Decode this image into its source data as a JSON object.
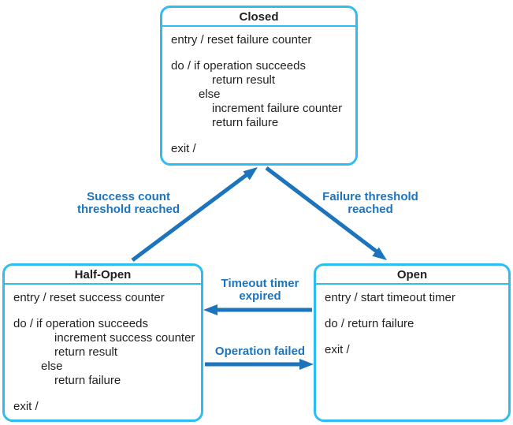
{
  "colors": {
    "box_border": "#2fbcf0",
    "arrow": "#1c74bc",
    "label": "#1c74bc",
    "text": "#231f20"
  },
  "states": {
    "closed": {
      "title": "Closed",
      "lines": [
        {
          "text": "entry / reset failure counter",
          "indent": 0
        },
        {
          "text": "",
          "indent": 0
        },
        {
          "text": "do / if operation succeeds",
          "indent": 0
        },
        {
          "text": "return result",
          "indent": 2
        },
        {
          "text": "else",
          "indent": 1
        },
        {
          "text": "increment failure counter",
          "indent": 2
        },
        {
          "text": "return failure",
          "indent": 2
        },
        {
          "text": "",
          "indent": 0
        },
        {
          "text": "exit /",
          "indent": 0
        }
      ]
    },
    "half_open": {
      "title": "Half-Open",
      "lines": [
        {
          "text": "entry / reset success counter",
          "indent": 0
        },
        {
          "text": "",
          "indent": 0
        },
        {
          "text": "do / if operation succeeds",
          "indent": 0
        },
        {
          "text": "increment success counter",
          "indent": 2
        },
        {
          "text": "return result",
          "indent": 2
        },
        {
          "text": "else",
          "indent": 1
        },
        {
          "text": "return failure",
          "indent": 2
        },
        {
          "text": "",
          "indent": 0
        },
        {
          "text": "exit /",
          "indent": 0
        }
      ]
    },
    "open": {
      "title": "Open",
      "lines": [
        {
          "text": "entry / start timeout timer",
          "indent": 0
        },
        {
          "text": "",
          "indent": 0
        },
        {
          "text": "do / return failure",
          "indent": 0
        },
        {
          "text": "",
          "indent": 0
        },
        {
          "text": "exit /",
          "indent": 0
        }
      ]
    }
  },
  "transitions": {
    "success_threshold": {
      "label": "Success count\nthreshold reached",
      "from": "Half-Open",
      "to": "Closed"
    },
    "failure_threshold": {
      "label": "Failure threshold\nreached",
      "from": "Closed",
      "to": "Open"
    },
    "timeout_expired": {
      "label": "Timeout timer\nexpired",
      "from": "Open",
      "to": "Half-Open"
    },
    "operation_failed": {
      "label": "Operation failed",
      "from": "Half-Open",
      "to": "Open"
    }
  }
}
